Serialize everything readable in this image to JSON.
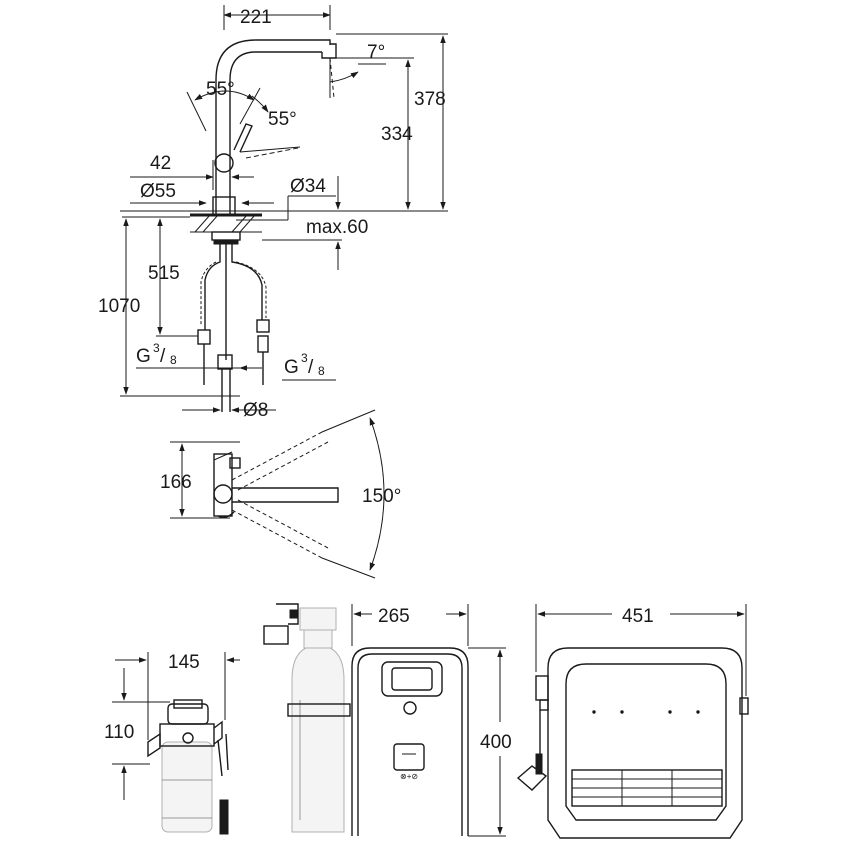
{
  "drawing": {
    "tap": {
      "width": "221",
      "spout_angle": "7°",
      "total_height": "378",
      "spout_height": "334",
      "lever_angle_left": "55°",
      "lever_angle_right": "55°",
      "lever_offset": "42",
      "base_diameter": "Ø55",
      "hole_diameter": "Ø34",
      "max_thickness": "max.60",
      "hose_length": "515",
      "overall_length": "1070",
      "connection_left": {
        "main": "G",
        "num": "3",
        "den": "8"
      },
      "connection_right": {
        "main": "G",
        "num": "3",
        "den": "8"
      },
      "hose_diameter": "Ø8"
    },
    "top_view": {
      "height": "166",
      "swivel_angle": "150°"
    },
    "filter": {
      "width": "145",
      "height": "110"
    },
    "chiller": {
      "depth": "265",
      "height": "400",
      "width": "451",
      "button_label": "⊗+⊘"
    }
  }
}
